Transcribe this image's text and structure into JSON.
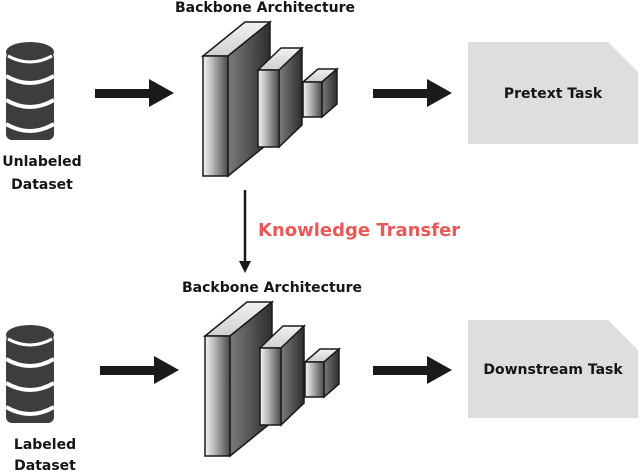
{
  "top_row": {
    "backbone_title": "Backbone Architecture",
    "dataset_label_line1": "Unlabeled",
    "dataset_label_line2": "Dataset",
    "task_label": "Pretext Task"
  },
  "transfer": {
    "label": "Knowledge Transfer",
    "color": "#e85a58"
  },
  "bottom_row": {
    "backbone_title": "Backbone Architecture",
    "dataset_label_line1": "Labeled",
    "dataset_label_line2": "Dataset",
    "task_label": "Downstream Task"
  },
  "icons": {
    "dataset": "database-icon",
    "backbone": "cnn-blocks-icon",
    "task": "document-icon"
  },
  "colors": {
    "arrow": "#1a1a1a",
    "task_fill": "#dedede",
    "database": "#3d3d3d"
  }
}
